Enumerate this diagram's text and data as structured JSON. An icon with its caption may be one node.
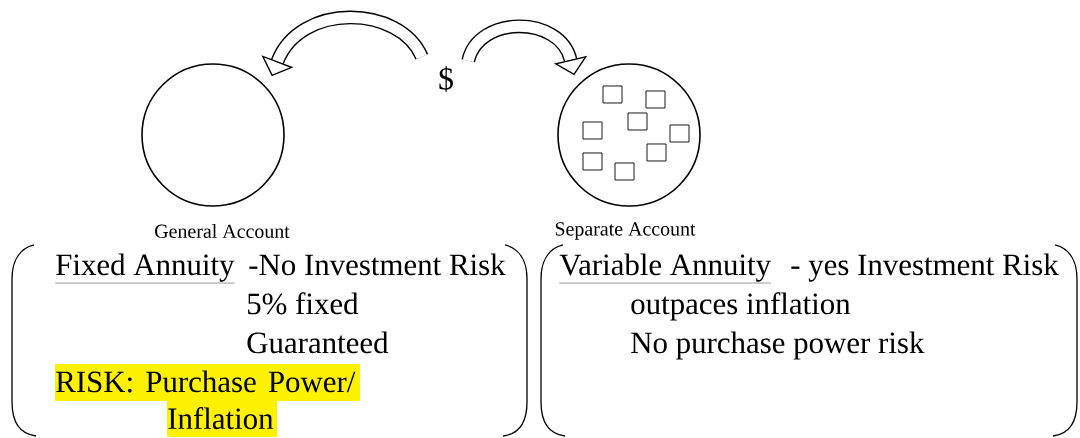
{
  "diagram": {
    "nodes": [
      {
        "text": [
          "$"
        ]
      },
      {
        "text": [],
        "shape": "circle"
      },
      {
        "text": [],
        "shape": "circle"
      },
      {
        "text": [
          "Fixed Annuity",
          "-No Investment Risk",
          "5% fixed",
          "Guaranteed",
          "RISK: Purchase Power/ Inflation"
        ]
      },
      {
        "text": [
          "Variable Annuity",
          "- yes Investment Risk",
          "outpaces inflation",
          "No purchase power risk"
        ]
      }
    ],
    "edges": [
      {
        "from": 0,
        "to": 1,
        "arrow": "to"
      },
      {
        "from": 0,
        "to": 2,
        "arrow": "to"
      }
    ],
    "labels": [
      "General Account",
      "Separate Account"
    ]
  }
}
